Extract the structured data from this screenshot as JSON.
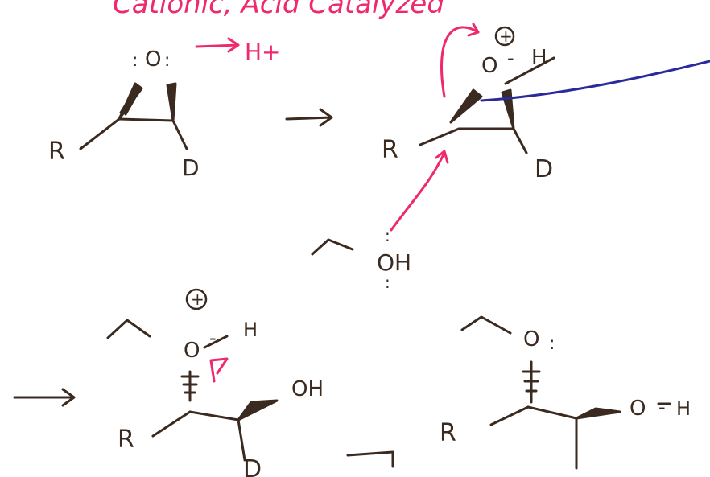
{
  "title_fragment": "Cationic, Acid Catalyzed",
  "colors": {
    "ink": "#3a2a20",
    "pink": "#ee2a6b",
    "blue": "#2a2a9a",
    "paper": "#ffffff"
  },
  "labels": {
    "proton": "H+",
    "r_group": "R",
    "deuterium": "D",
    "oxygen": "O",
    "hydrogen": "H",
    "dash": "-",
    "plus_charge": "+",
    "hydroxyl": "OH",
    "lone_pair": ":"
  }
}
